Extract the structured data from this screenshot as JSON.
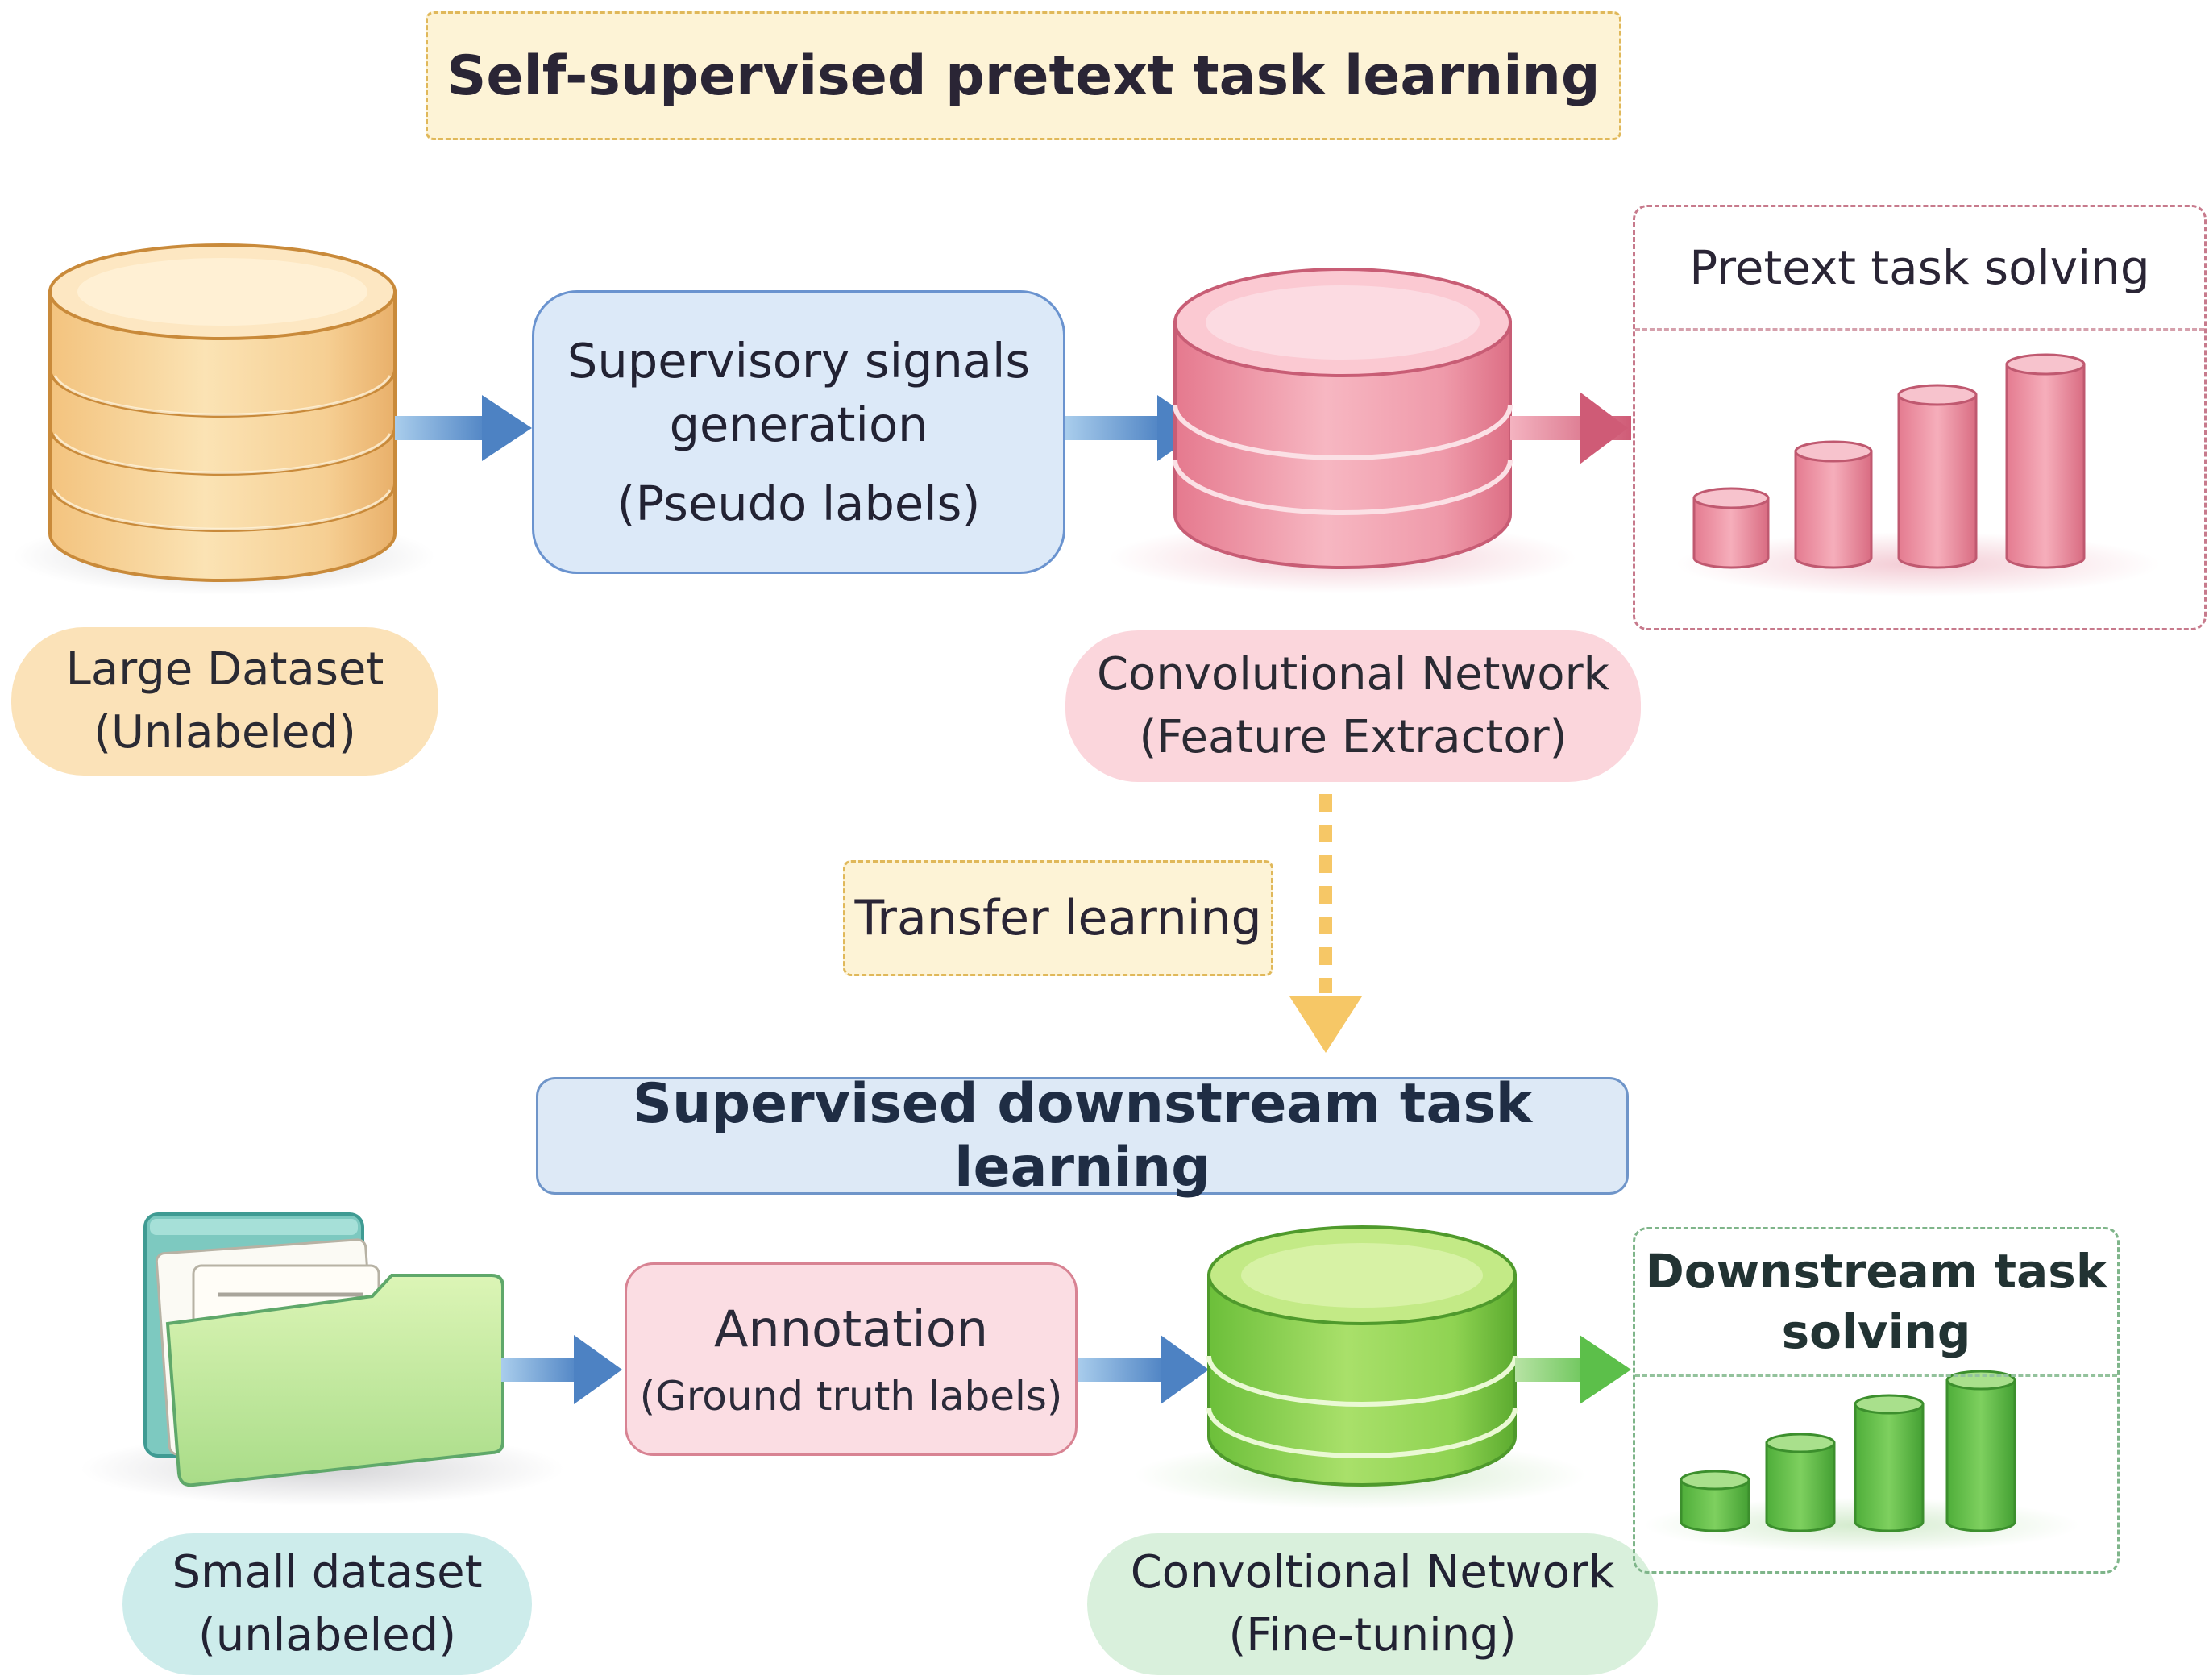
{
  "titles": {
    "pretext": "Self-supervised pretext task learning",
    "downstream": "Supervised downstream task learning"
  },
  "top_row": {
    "dataset_label_line1": "Large Dataset",
    "dataset_label_line2": "(Unlabeled)",
    "signals_line1": "Supervisory signals",
    "signals_line2": "generation",
    "signals_line3": "(Pseudo labels)",
    "network_label_line1": "Convolutional Network",
    "network_label_line2": "(Feature Extractor)",
    "result_title": "Pretext task solving"
  },
  "transfer": {
    "label": "Transfer learning"
  },
  "bottom_row": {
    "dataset_label_line1": "Small dataset",
    "dataset_label_line2": "(unlabeled)",
    "annotation_main": "Annotation",
    "annotation_sub": "(Ground truth labels)",
    "network_label_line1": "Convoltional Network",
    "network_label_line2": "(Fine-tuning)",
    "result_title_line1": "Downstream task",
    "result_title_line2": "solving"
  },
  "icons": {
    "large_dataset": "database-stack-icon",
    "small_dataset": "folder-with-documents-icon",
    "feature_extractor": "cylinder-icon",
    "fine_tuning": "cylinder-icon",
    "pretext_result": "bar-cylinders-icon",
    "downstream_result": "bar-cylinders-icon"
  },
  "colors": {
    "pretext_accent": "#e8879a",
    "downstream_accent": "#6cc24a",
    "arrow_blue": "#4d82c3",
    "dataset_gold": "#f5c98a",
    "transfer_arrow": "#f6c766"
  }
}
